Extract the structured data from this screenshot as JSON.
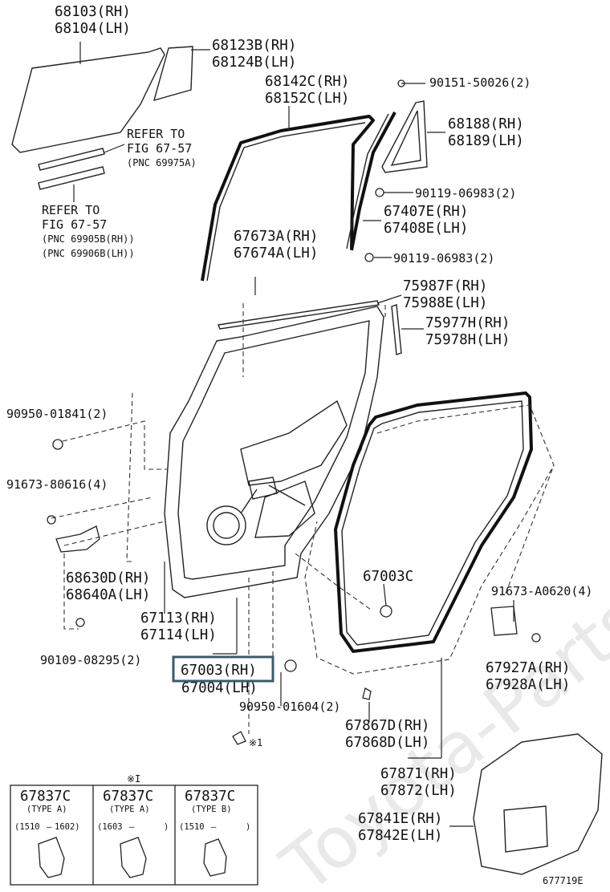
{
  "watermark": "Toyota-Parts.ru",
  "figure_id": "677719E",
  "labels": {
    "p68103": "68103(RH)",
    "p68104": "68104(LH)",
    "p68123": "68123B(RH)",
    "p68124": "68124B(LH)",
    "p68142": "68142C(RH)",
    "p68152": "68152C(LH)",
    "p90151": "90151-50026(2)",
    "refer1a": "REFER TO",
    "refer1b": "FIG 67-57",
    "refer1c": "(PNC 69975A)",
    "p68188": "68188(RH)",
    "p68189": "68189(LH)",
    "p90119a": "90119-06983(2)",
    "refer2a": "REFER TO",
    "refer2b": "FIG 67-57",
    "refer2c": "(PNC 69905B(RH))",
    "refer2d": "(PNC 69906B(LH))",
    "p67407": "67407E(RH)",
    "p67408": "67408E(LH)",
    "p67673": "67673A(RH)",
    "p67674": "67674A(LH)",
    "p90119b": "90119-06983(2)",
    "p75987": "75987F(RH)",
    "p75988": "75988E(LH)",
    "p75977": "75977H(RH)",
    "p75978": "75978H(LH)",
    "p90950a": "90950-01841(2)",
    "p91673a": "91673-80616(4)",
    "p68630": "68630D(RH)",
    "p68640": "68640A(LH)",
    "p67003c": "67003C",
    "p91673b": "91673-A0620(4)",
    "p67113": "67113(RH)",
    "p67114": "67114(LH)",
    "p90109": "90109-08295(2)",
    "p67003": "67003(RH)",
    "p67004": "67004(LH)",
    "p90950b": "90950-01604(2)",
    "p67927": "67927A(RH)",
    "p67928": "67928A(LH)",
    "p67867": "67867D(RH)",
    "p67868": "67868D(LH)",
    "note1": "※1",
    "p67871": "67871(RH)",
    "p67872": "67872(LH)",
    "p67841": "67841E(RH)",
    "p67842": "67842E(LH)"
  },
  "highlight": "67003(RH)",
  "clip_table": {
    "note_marker": "※I",
    "columns": [
      {
        "part": "67837C",
        "type": "(TYPE A)",
        "range_from": "(1510",
        "range_to": "1602)"
      },
      {
        "part": "67837C",
        "type": "(TYPE A)",
        "range_from": "(1603",
        "range_to": ")"
      },
      {
        "part": "67837C",
        "type": "(TYPE B)",
        "range_from": "(1510",
        "range_to": ")"
      }
    ]
  },
  "colors": {
    "highlight_box": "#3d5a6b",
    "line": "#222222"
  }
}
